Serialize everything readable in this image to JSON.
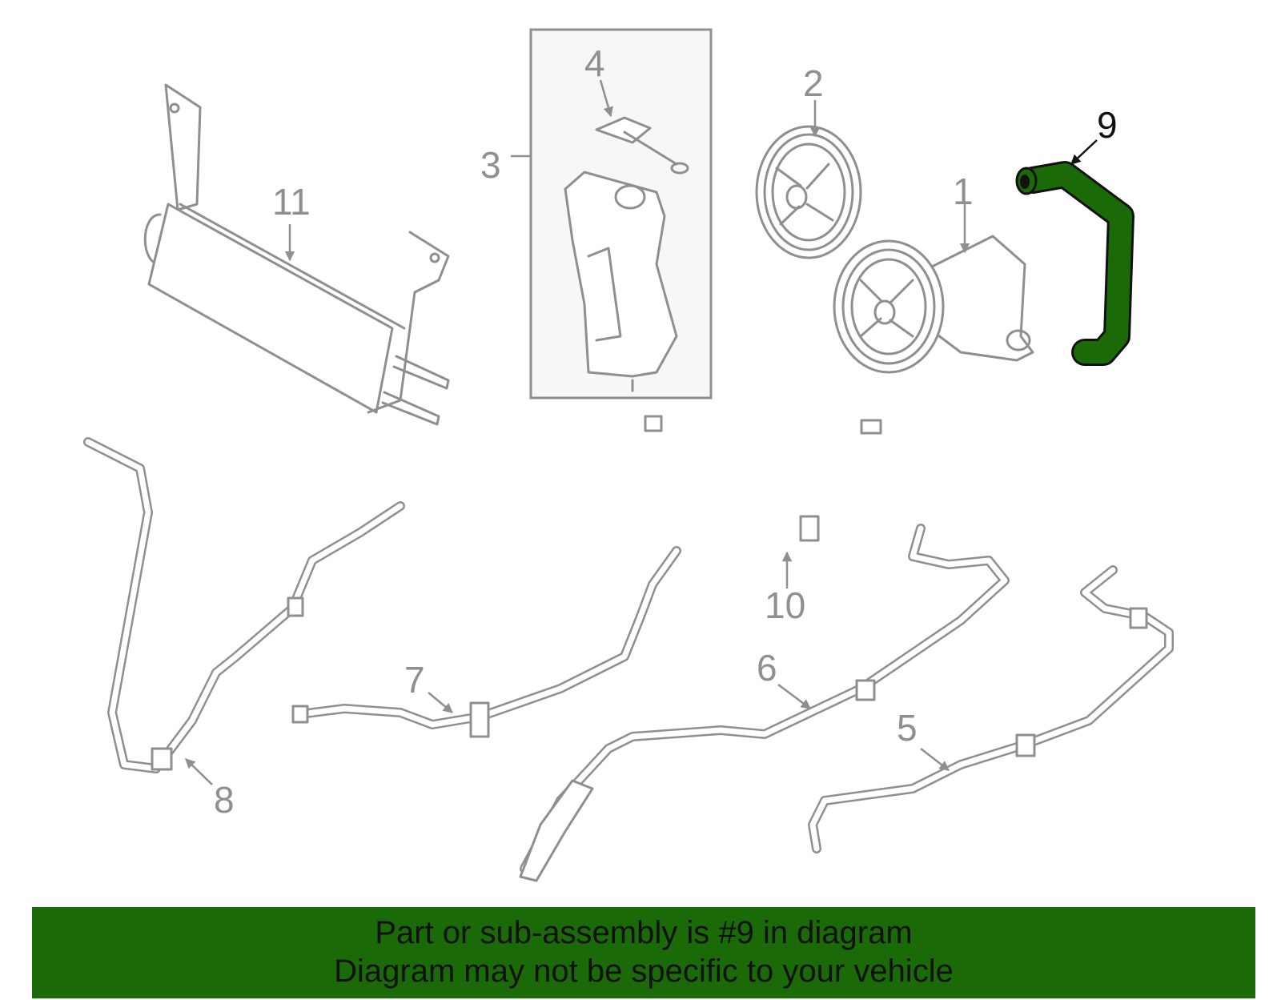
{
  "callouts": {
    "c1": "1",
    "c2": "2",
    "c3": "3",
    "c4": "4",
    "c5": "5",
    "c6": "6",
    "c7": "7",
    "c8": "8",
    "c9": "9",
    "c10": "10",
    "c11": "11"
  },
  "highlight": {
    "part": "9",
    "color": "#1a6b08"
  },
  "banner": {
    "line1": "Part or sub-assembly is #9 in diagram",
    "line2": "Diagram may not be specific to your vehicle"
  }
}
